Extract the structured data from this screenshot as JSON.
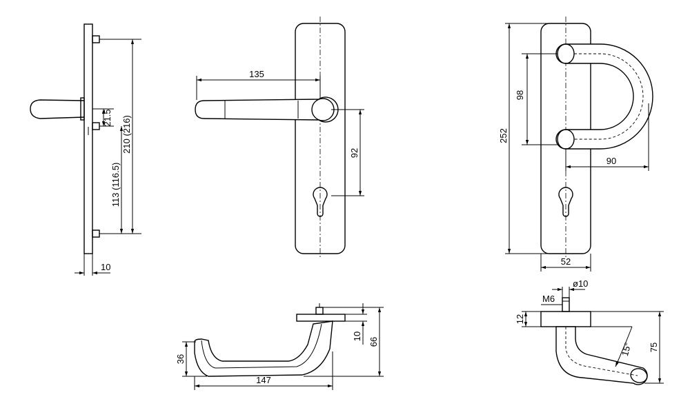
{
  "dimensions": {
    "side_21_5": "21.5",
    "side_210_216": "210 (216)",
    "side_113_116_5": "113 (116.5)",
    "side_10": "10",
    "front_135": "135",
    "front_92": "92",
    "pull_98": "98",
    "pull_252": "252",
    "pull_90": "90",
    "pull_52": "52",
    "lever_36": "36",
    "lever_147": "147",
    "lever_10": "10",
    "lever_66": "66",
    "pullside_m6": "M6",
    "pullside_o10": "ø10",
    "pullside_12": "12",
    "pullside_15deg": "15°",
    "pullside_75": "75"
  }
}
